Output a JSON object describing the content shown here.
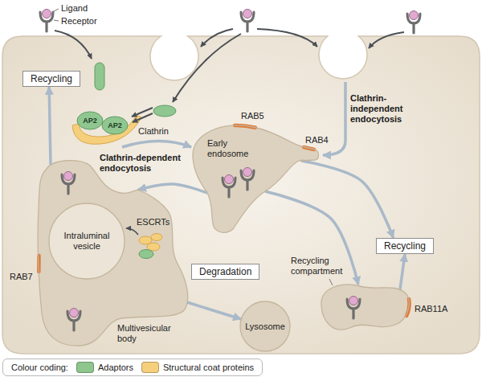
{
  "diagram": {
    "nodes": [
      {
        "text": [
          "Recycling"
        ]
      },
      {
        "text": [
          "AP2"
        ]
      },
      {
        "text": [
          "AP2"
        ]
      },
      {
        "text": [
          "Early endosome"
        ]
      },
      {
        "text": [
          "Recycling"
        ]
      },
      {
        "text": [
          "Multivesicular body"
        ]
      },
      {
        "text": [
          "Intraluminal vesicle"
        ],
        "in": 5
      },
      {
        "text": [
          "Degradation"
        ]
      },
      {
        "text": [
          "Lysosome"
        ]
      },
      {
        "text": [
          "Recycling compartment"
        ]
      }
    ],
    "edges": [
      {
        "from": 3,
        "to": 5,
        "arrow": "to"
      },
      {
        "from": 3,
        "to": 9,
        "arrow": "to"
      },
      {
        "from": 3,
        "to": 4,
        "arrow": "to"
      },
      {
        "from": 9,
        "to": 4,
        "arrow": "to"
      },
      {
        "from": 5,
        "to": 0,
        "arrow": "to"
      },
      {
        "from": 5,
        "to": 8,
        "arrow": "to"
      }
    ],
    "labels": [
      "Ligand",
      "Receptor",
      "Clathrin",
      "Clathrin-dependent endocytosis",
      "Clathrin-independent endocytosis",
      "RAB5",
      "RAB4",
      "RAB11A",
      "RAB7",
      "ESCRTs",
      "Colour coding:"
    ],
    "legend": [
      {
        "text": "Adaptors",
        "color": "#8ec68e"
      },
      {
        "text": "Structural coat proteins",
        "color": "#f5cf7c"
      }
    ]
  }
}
